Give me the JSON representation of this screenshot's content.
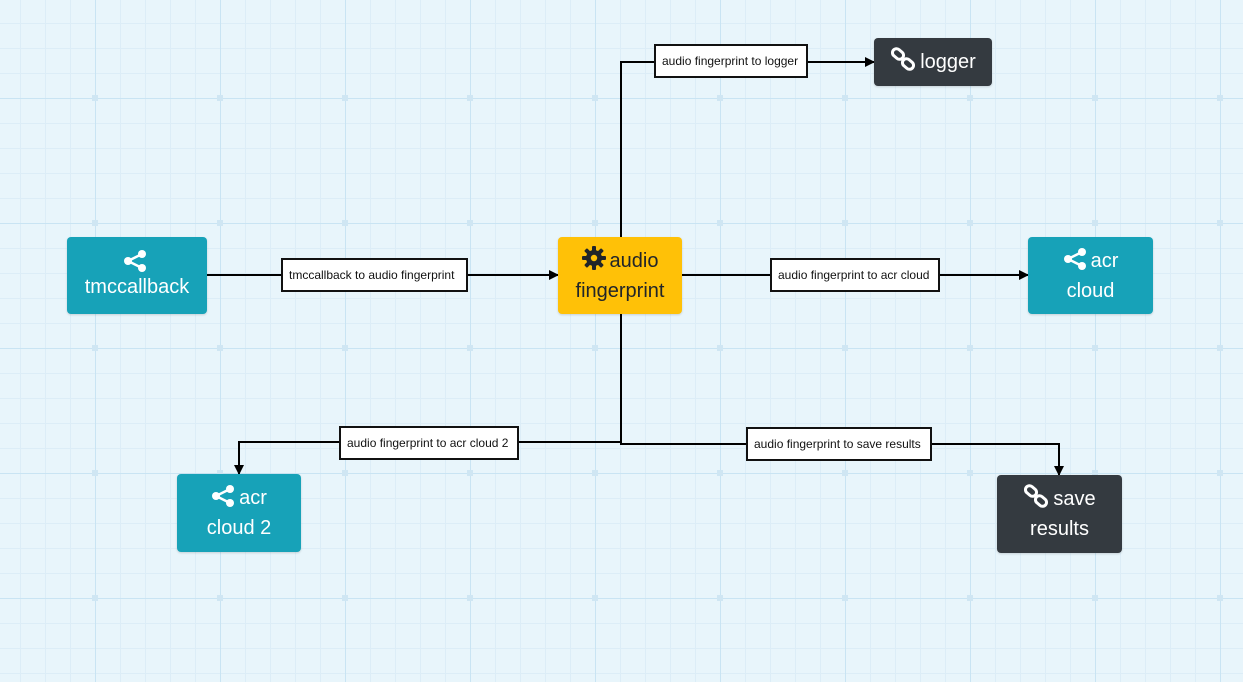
{
  "diagram": {
    "nodes": {
      "tmccallback": {
        "label": "tmccallback",
        "icon": "share-icon",
        "color": "#17a2b8"
      },
      "audio_fingerprint": {
        "line1": "audio",
        "line2": "fingerprint",
        "icon": "gear-icon",
        "color": "#ffc107"
      },
      "logger": {
        "label": "logger",
        "icon": "link-icon",
        "color": "#343a40"
      },
      "acr_cloud": {
        "line1": "acr",
        "line2": "cloud",
        "icon": "share-icon",
        "color": "#17a2b8"
      },
      "acr_cloud_2": {
        "line1": "acr",
        "line2": "cloud 2",
        "icon": "share-icon",
        "color": "#17a2b8"
      },
      "save_results": {
        "line1": "save",
        "line2": "results",
        "icon": "link-icon",
        "color": "#343a40"
      }
    },
    "edges": [
      {
        "from": "tmccallback",
        "to": "audio fingerprint",
        "label": "tmccallback to audio fingerprint"
      },
      {
        "from": "audio fingerprint",
        "to": "logger",
        "label": "audio fingerprint to logger"
      },
      {
        "from": "audio fingerprint",
        "to": "acr cloud",
        "label": "audio fingerprint to acr cloud"
      },
      {
        "from": "audio fingerprint",
        "to": "acr cloud 2",
        "label": "audio fingerprint to acr cloud 2"
      },
      {
        "from": "audio fingerprint",
        "to": "save results",
        "label": "audio fingerprint to save results"
      }
    ]
  }
}
